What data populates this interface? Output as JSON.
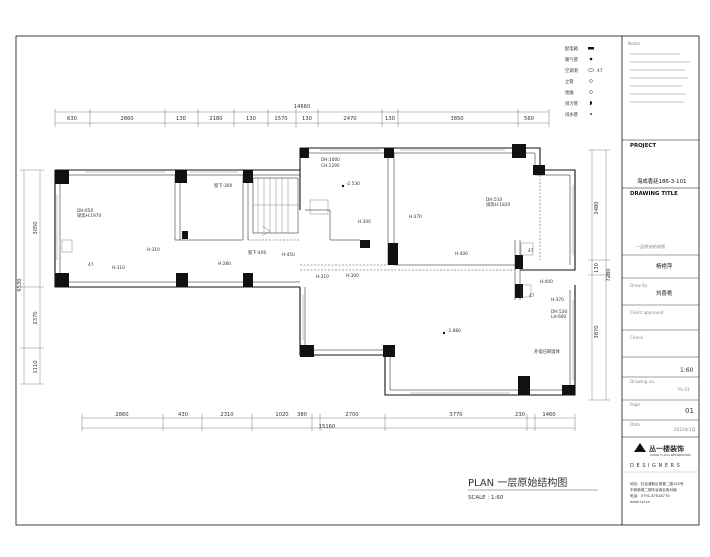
{
  "dimensions": {
    "top_total": "14660",
    "top": [
      "630",
      "2860",
      "130",
      "2180",
      "130",
      "1570",
      "130",
      "2470",
      "130",
      "3850",
      "560"
    ],
    "bottom": [
      "2860",
      "430",
      "2310",
      "1020",
      "380",
      "2700",
      "3770",
      "230",
      "1460"
    ],
    "bottom_total": "15160",
    "left": [
      "3050",
      "2370",
      "1110"
    ],
    "left_total": "6530",
    "right": [
      "3480",
      "130",
      "3870"
    ],
    "right_total": "7280"
  },
  "annotations": {
    "dh650": "DH:650",
    "beam_1970": "梁高H:1970",
    "h310_a": "H:310",
    "h310_b": "H:310",
    "h310_c": "H:310",
    "h280": "H:280",
    "sill300": "窗下:300",
    "sill400": "窗下:400",
    "h450": "H:450",
    "dh1000": "DH:1000",
    "ch1290": "CH:1290",
    "h300_a": "H:300",
    "h300_b": "H:300",
    "h370_a": "H:370",
    "h370_b": "H:370",
    "dh510": "DH:510",
    "beam_1820": "梁高H:1820",
    "h400_a": "H:400",
    "h400_b": "H:400",
    "dh530": "DH:530",
    "lh600": "LH:600",
    "level_a": "-2.530",
    "level_b": "-2.880",
    "pipe_a": "47",
    "pipe_b": "47",
    "pipe_c": "47",
    "wall_note": "外墙已砌墙体"
  },
  "legend": [
    {
      "label": "配电箱",
      "icon": "distribution-box-icon"
    },
    {
      "label": "暖气管",
      "icon": "heating-pipe-icon"
    },
    {
      "label": "空调洞",
      "icon": "ac-hole-icon"
    },
    {
      "label": "立管",
      "icon": "standpipe-icon"
    },
    {
      "label": "地漏",
      "icon": "floor-drain-icon"
    },
    {
      "label": "排污管",
      "icon": "sewage-pipe-icon"
    },
    {
      "label": "排水管",
      "icon": "drain-pipe-icon"
    }
  ],
  "legend_extra": "47",
  "plan_title": "PLAN   一层原始结构图",
  "plan_scale": "SCALE : 1:60",
  "title_block": {
    "notes_head": "Notes",
    "project_head": "PROJECT",
    "project_name": "海成香廷186-3-101",
    "drawing_title_head": "DRAWING TITLE",
    "drawing_title": "一层原始结构图",
    "design_sign": "杨艳萍",
    "drawn_by": "Drew By",
    "drawn_sign": "刘喜艳",
    "client_approved": "Client approved",
    "check": "Check",
    "scale_value": "1:60",
    "drawing_no_head": "Drawing no.",
    "drawing_no": "PL-01",
    "page_head": "Page",
    "page_no": "01",
    "date_head": "Date",
    "date_value": "2015年1月",
    "company": "丛一楼装饰",
    "company_en": "CONG YI LOU DECORATION",
    "designers": "D E S I G N E R S",
    "address_1": "地址：红谷滩新区丽景二路162号",
    "address_2": "丰和新城二期丰谷商业街对面",
    "phone": "电话：0791-87818770",
    "web": "www.cyl.cn"
  }
}
